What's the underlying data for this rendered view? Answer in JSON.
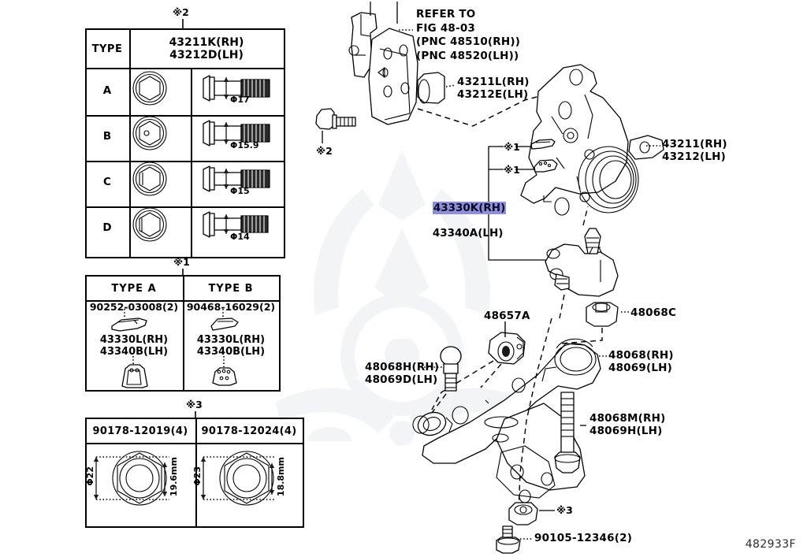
{
  "figure": {
    "id": "482933F"
  },
  "markers": {
    "m1": "※1",
    "m2": "※2",
    "m3": "※3"
  },
  "table_bolt": {
    "marker": "※2",
    "header_col1": "TYPE",
    "header_col2": "43211K(RH)\n43212D(LH)",
    "rows": [
      {
        "type": "A",
        "diameter": "Φ17"
      },
      {
        "type": "B",
        "diameter": "Φ15.9"
      },
      {
        "type": "C",
        "diameter": "Φ15"
      },
      {
        "type": "D",
        "diameter": "Φ14"
      }
    ]
  },
  "table_type": {
    "marker": "※1",
    "columns": [
      {
        "header": "TYPE A",
        "clip_part": "90252-03008(2)",
        "cover_part": "43330L(RH)\n43340B(LH)"
      },
      {
        "header": "TYPE B",
        "clip_part": "90468-16029(2)",
        "cover_part": "43330L(RH)\n43340B(LH)"
      }
    ]
  },
  "table_nut": {
    "marker": "※3",
    "columns": [
      {
        "header": "90178-12019(4)",
        "dim_width": "Φ22",
        "dim_height": "19.6mm"
      },
      {
        "header": "90178-12024(4)",
        "dim_width": "Φ23",
        "dim_height": "18.8mm"
      }
    ]
  },
  "diagram": {
    "refer_to": "REFER TO\nFIG 48-03\n(PNC 48510(RH))\n(PNC 48520(LH))",
    "labels": [
      {
        "key": "dust_cover_bolt",
        "text": "43211L(RH)\n43212E(LH)"
      },
      {
        "key": "steering_knuckle",
        "text": "43211(RH)\n43212(LH)"
      },
      {
        "key": "dust_cover_highlighted",
        "line1": "43330K(RH)",
        "line2": "43340A(LH)",
        "highlight_color": "#8f8fd8"
      },
      {
        "key": "bushing",
        "text": "48657A"
      },
      {
        "key": "ball_joint_bolt",
        "text": "48068H(RH)\n48069D(LH)"
      },
      {
        "key": "lower_arm_nut",
        "text": "48068C"
      },
      {
        "key": "lower_control_arm",
        "text": "48068(RH)\n48069(LH)"
      },
      {
        "key": "arm_bolt",
        "text": "48068M(RH)\n48069H(LH)"
      },
      {
        "key": "mount_bolt",
        "text": "90105-12346(2)"
      }
    ],
    "marker_callouts": [
      "※1",
      "※1",
      "※2",
      "※3"
    ]
  }
}
